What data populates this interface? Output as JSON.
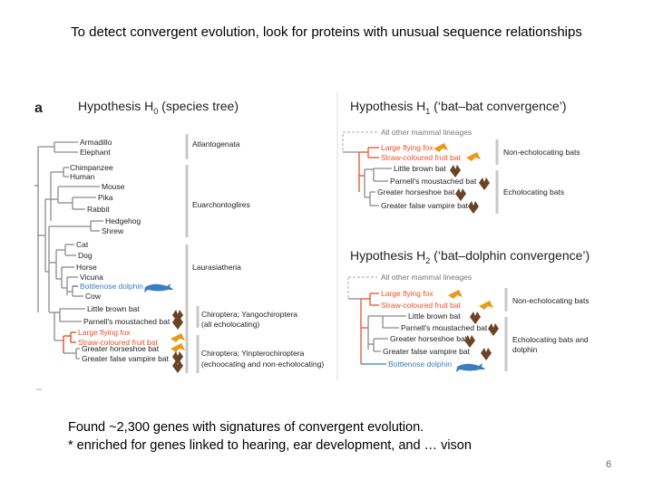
{
  "slide": {
    "title": "To detect convergent evolution, look for proteins with unusual sequence relationships",
    "bottom_line1": "Found ~2,300 genes with signatures of convergent evolution.",
    "bottom_line2": "* enriched for genes linked to hearing, ear development, and … vison",
    "page_number": "6"
  },
  "figure": {
    "panel_label": "a",
    "h0": {
      "title": "Hypothesis H",
      "title_sub": "0",
      "title_rest": " (species tree)",
      "taxa": [
        "Armadillo",
        "Elephant",
        "Chimpanzee",
        "Human",
        "Mouse",
        "Pika",
        "Rabbit",
        "Hedgehog",
        "Shrew",
        "Cat",
        "Dog",
        "Horse",
        "Vicuna",
        "Bottlenose dolphin",
        "Cow",
        "Little brown bat",
        "Parnell's moustached bat",
        "Large flying fox",
        "Straw-coloured fruit bat",
        "Greater horseshoe bat",
        "Greater false vampire bat"
      ],
      "groups": [
        "Atlantogenata",
        "Euarchontoglires",
        "Laurasiatheria",
        "Chiroptera; Yangochiroptera",
        "(all echolocating)",
        "Chiroptera; Yinpterochiroptera",
        "(echoocating and non-echolocating)"
      ]
    },
    "h1": {
      "title": "Hypothesis H",
      "title_sub": "1",
      "title_rest": " (‘bat–bat convergence’)",
      "taxa": [
        "All other mammal lineages",
        "Large flying fox",
        "Straw-coloured fruit bat",
        "Little brown bat",
        "Parnell's moustached bat",
        "Greater horseshoe bat",
        "Greater false vampire bat"
      ],
      "groups": [
        "Non-echolocating bats",
        "Echolocating bats"
      ]
    },
    "h2": {
      "title": "Hypothesis H",
      "title_sub": "2",
      "title_rest": " (‘bat–dolphin convergence’)",
      "taxa": [
        "All other mammal lineages",
        "Large flying fox",
        "Straw-coloured fruit bat",
        "Little brown bat",
        "Parnell's moustached bat",
        "Greater horseshoe bat",
        "Greater false vampire bat",
        "Bottlenose dolphin"
      ],
      "groups": [
        "Non-echolocating bats",
        "Echolocating bats and",
        "dolphin"
      ]
    },
    "colors": {
      "grey": "#8a8a8a",
      "orange": "#e8502a",
      "dolphin_blue": "#3a7dc0",
      "bat_brown": "#6b4326",
      "fruitbat_orange": "#e89a1a",
      "text": "#222222"
    }
  }
}
